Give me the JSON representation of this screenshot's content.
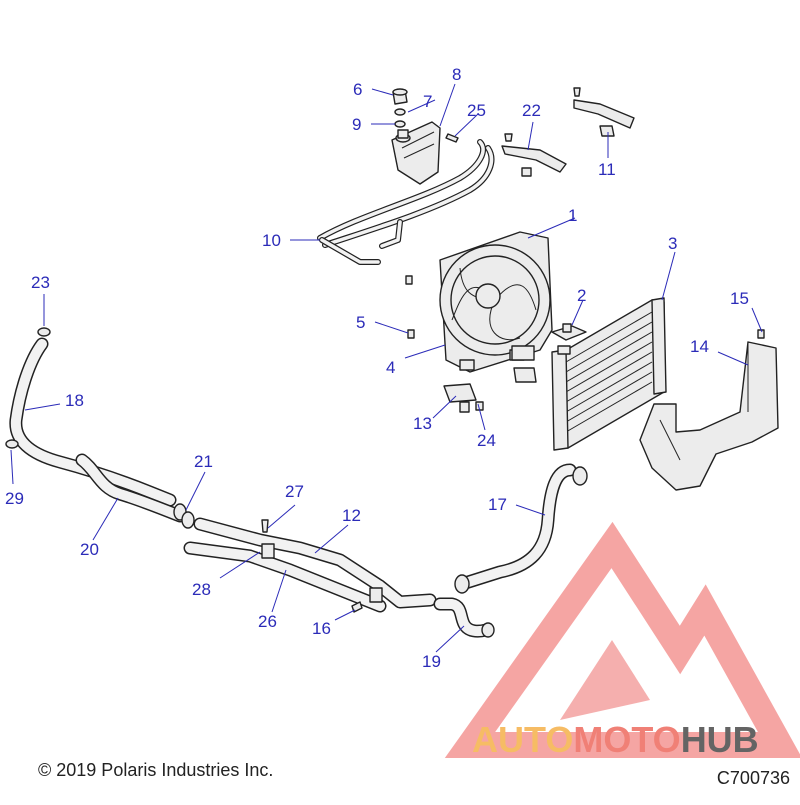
{
  "diagram": {
    "callouts": {
      "c1": "1",
      "c2": "2",
      "c3": "3",
      "c4": "4",
      "c5": "5",
      "c6": "6",
      "c7": "7",
      "c8": "8",
      "c9": "9",
      "c10": "10",
      "c11": "11",
      "c12": "12",
      "c13": "13",
      "c14": "14",
      "c15": "15",
      "c16": "16",
      "c17": "17",
      "c18": "18",
      "c19": "19",
      "c20": "20",
      "c21": "21",
      "c22": "22",
      "c23": "23",
      "c24": "24",
      "c25": "25",
      "c26": "26",
      "c27": "27",
      "c28": "28",
      "c29": "29"
    },
    "copyright": "© 2019 Polaris Industries Inc.",
    "diagram_code": "C700736"
  },
  "watermark": {
    "brand_part1": "AUTO",
    "brand_part2": "MOTO",
    "brand_part3": "HUB",
    "colors": {
      "auto": "#f5b14a",
      "moto": "#ee6a5f",
      "hub": "#4a4a4a",
      "triangle": "#f07a78"
    }
  }
}
